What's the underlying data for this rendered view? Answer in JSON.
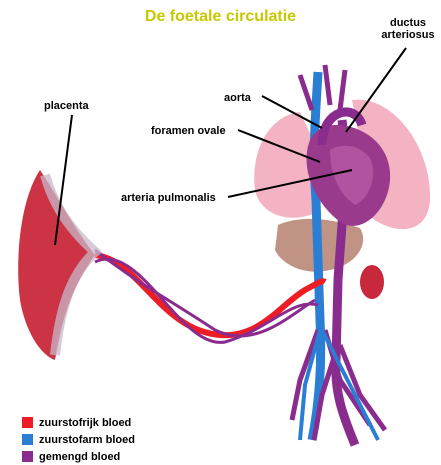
{
  "title": "De foetale circulatie",
  "labels": {
    "placenta": "placenta",
    "aorta": "aorta",
    "foramen_ovale": "foramen ovale",
    "ductus_line1": "ductus",
    "ductus_line2": "arteriosus",
    "arteria_pulmonalis": "arteria pulmonalis"
  },
  "legend": [
    {
      "label": "zuurstofrijk bloed",
      "color": "#ee1c24"
    },
    {
      "label": "zuurstofarm bloed",
      "color": "#2a7fd4"
    },
    {
      "label": "gemengd bloed",
      "color": "#8a2c8e"
    }
  ]
}
